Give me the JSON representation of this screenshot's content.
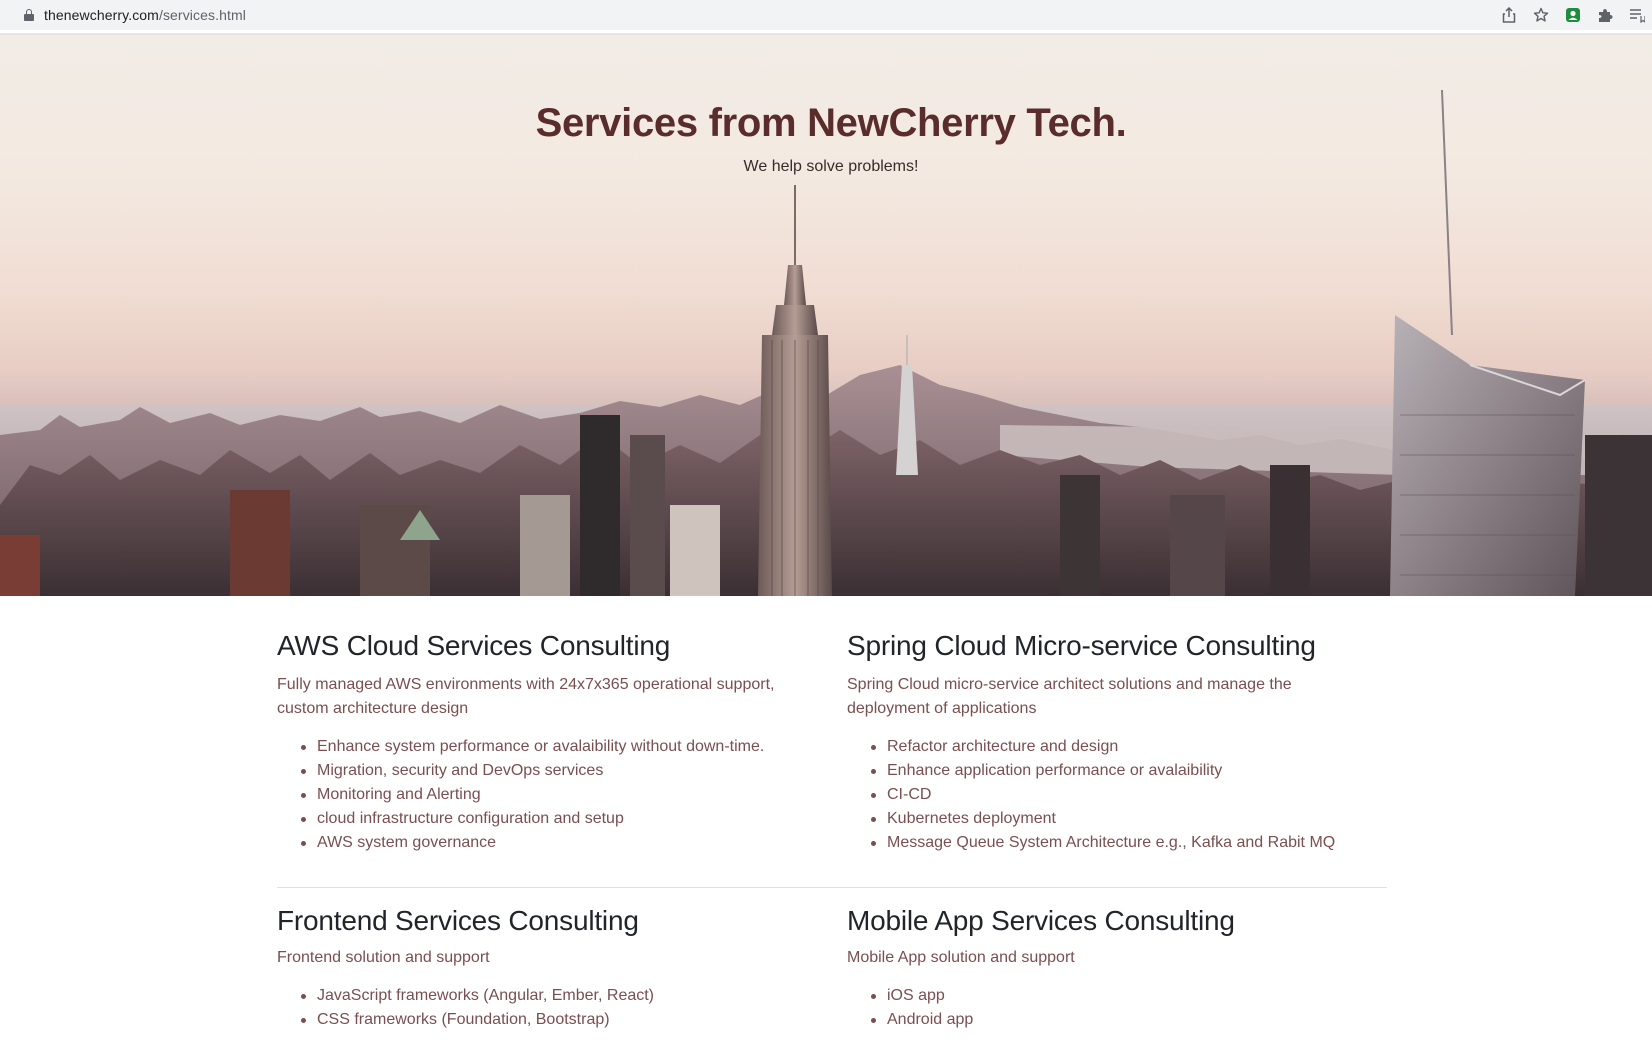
{
  "browser": {
    "url_domain": "thenewcherry.com",
    "url_path": "/services.html",
    "icons": [
      "share-icon",
      "bookmark-star-icon",
      "profile-extension-icon",
      "puzzle-extensions-icon",
      "reading-list-icon"
    ]
  },
  "hero": {
    "title": "Services from NewCherry Tech.",
    "subtitle": "We help solve problems!"
  },
  "services": [
    {
      "title": "AWS Cloud Services Consulting",
      "description": "Fully managed AWS environments with 24x7x365 operational support, custom architecture design",
      "items": [
        "Enhance system performance or avalaibility without down-time.",
        "Migration, security and DevOps services",
        "Monitoring and Alerting",
        "cloud infrastructure configuration and setup",
        "AWS system governance"
      ]
    },
    {
      "title": "Spring Cloud Micro-service Consulting",
      "description": "Spring Cloud micro-service architect solutions and manage the deployment of applications",
      "items": [
        "Refactor architecture and design",
        "Enhance application performance or avalaibility",
        "CI-CD",
        "Kubernetes deployment",
        "Message Queue System Architecture e.g., Kafka and Rabit MQ"
      ]
    },
    {
      "title": "Frontend Services Consulting",
      "description": "Frontend solution and support",
      "items": [
        "JavaScript frameworks (Angular, Ember, React)",
        "CSS frameworks (Foundation, Bootstrap)"
      ]
    },
    {
      "title": "Mobile App Services Consulting",
      "description": "Mobile App solution and support",
      "items": [
        "iOS app",
        "Android app"
      ]
    }
  ],
  "colors": {
    "title": "#5a2c2c",
    "body_text": "#7a4f4f",
    "heading": "#212529"
  }
}
